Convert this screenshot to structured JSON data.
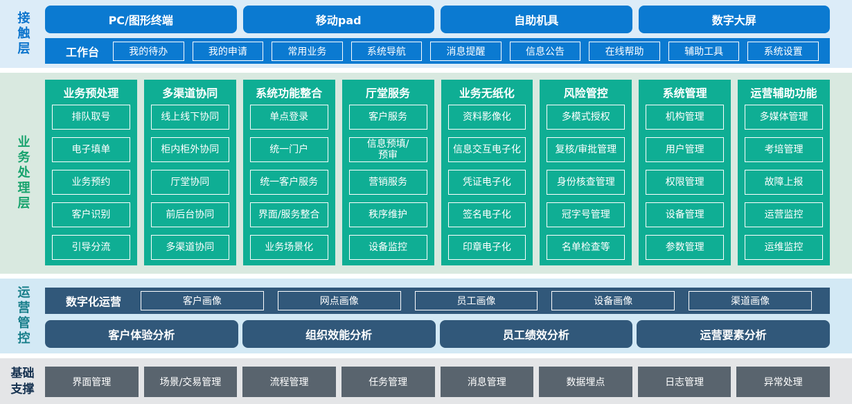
{
  "colors": {
    "contact_accent": "#0b7ad1",
    "contact_band_bg": "#dcecf8",
    "business_accent": "#0fae94",
    "business_band_bg": "#d9e9e0",
    "business_label": "#17a36d",
    "operations_accent": "#31587a",
    "operations_band_bg": "#d3e9f5",
    "operations_label": "#177e8a",
    "foundation_accent": "#59646e",
    "foundation_band_bg": "#e4e5e7",
    "foundation_label": "#15314f"
  },
  "contact_layer": {
    "label": "接触层",
    "terminals": [
      "PC/图形终端",
      "移动pad",
      "自助机具",
      "数字大屏"
    ],
    "workbench": {
      "label": "工作台",
      "items": [
        "我的待办",
        "我的申请",
        "常用业务",
        "系统导航",
        "消息提醒",
        "信息公告",
        "在线帮助",
        "辅助工具",
        "系统设置"
      ]
    }
  },
  "business_layer": {
    "label": "业务处理层",
    "columns": [
      {
        "title": "业务预处理",
        "items": [
          "排队取号",
          "电子填单",
          "业务预约",
          "客户识别",
          "引导分流"
        ]
      },
      {
        "title": "多渠道协同",
        "items": [
          "线上线下协同",
          "柜内柜外协同",
          "厅堂协同",
          "前后台协同",
          "多渠道协同"
        ]
      },
      {
        "title": "系统功能整合",
        "items": [
          "单点登录",
          "统一门户",
          "统一客户服务",
          "界面/服务整合",
          "业务场景化"
        ]
      },
      {
        "title": "厅堂服务",
        "items": [
          "客户服务",
          "信息预填/\n预审",
          "营销服务",
          "秩序维护",
          "设备监控"
        ]
      },
      {
        "title": "业务无纸化",
        "items": [
          "资料影像化",
          "信息交互电子化",
          "凭证电子化",
          "签名电子化",
          "印章电子化"
        ]
      },
      {
        "title": "风险管控",
        "items": [
          "多模式授权",
          "复核/审批管理",
          "身份核查管理",
          "冠字号管理",
          "名单检查等"
        ]
      },
      {
        "title": "系统管理",
        "items": [
          "机构管理",
          "用户管理",
          "权限管理",
          "设备管理",
          "参数管理"
        ]
      },
      {
        "title": "运营辅助功能",
        "items": [
          "多媒体管理",
          "考培管理",
          "故障上报",
          "运营监控",
          "运维监控"
        ]
      }
    ]
  },
  "operations_layer": {
    "label": "运营管控",
    "digital_ops": {
      "label": "数字化运营",
      "items": [
        "客户画像",
        "网点画像",
        "员工画像",
        "设备画像",
        "渠道画像"
      ]
    },
    "analysis": [
      "客户体验分析",
      "组织效能分析",
      "员工绩效分析",
      "运营要素分析"
    ]
  },
  "foundation_layer": {
    "label": "基础支撑",
    "items": [
      "界面管理",
      "场景/交易管理",
      "流程管理",
      "任务管理",
      "消息管理",
      "数据埋点",
      "日志管理",
      "异常处理"
    ]
  }
}
